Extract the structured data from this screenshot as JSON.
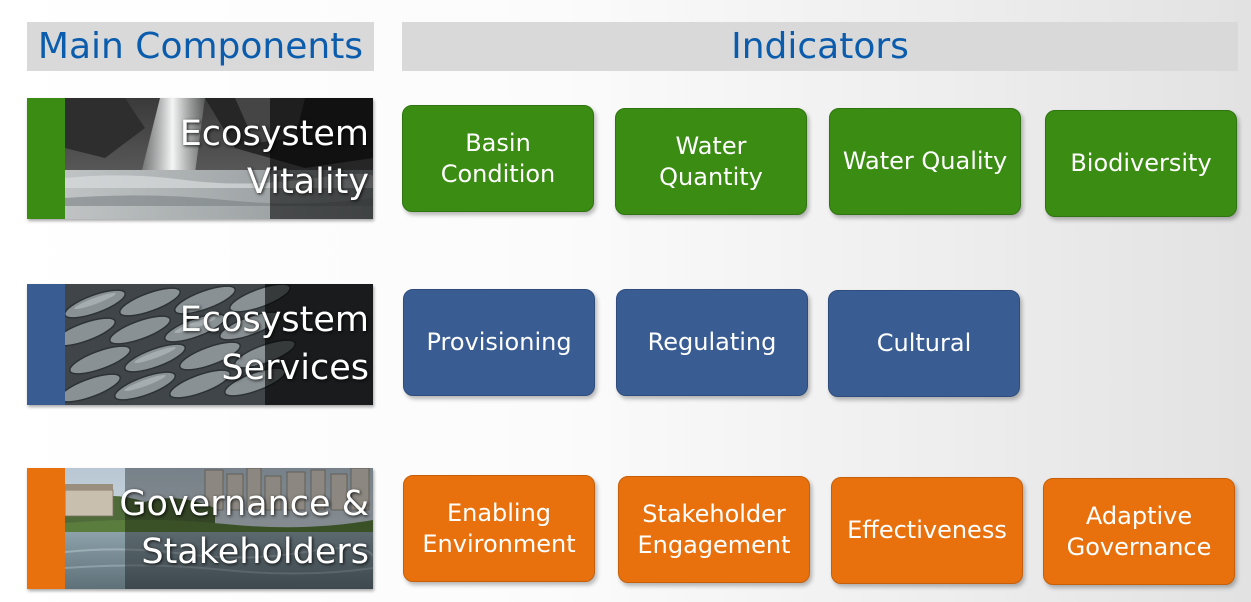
{
  "headers": {
    "main_components": "Main Components",
    "indicators": "Indicators"
  },
  "colors": {
    "header_text": "#0b5cad",
    "header_bg": "#d9d9d9",
    "ecosystem_vitality": "#3a8c12",
    "ecosystem_services": "#395d93",
    "governance": "#e8710d"
  },
  "components": [
    {
      "line1": "Ecosystem",
      "line2": "Vitality",
      "image": "waterfall-river-photo",
      "indicators": [
        "Basin Condition",
        "Water Quantity",
        "Water Quality",
        "Biodiversity"
      ]
    },
    {
      "line1": "Ecosystem",
      "line2": "Services",
      "image": "fish-catch-photo",
      "indicators": [
        "Provisioning",
        "Regulating",
        "Cultural"
      ]
    },
    {
      "line1": "Governance &",
      "line2": "Stakeholders",
      "image": "city-riverside-photo",
      "indicators": [
        "Enabling Environment",
        "Stakeholder Engagement",
        "Effectiveness",
        "Adaptive Governance"
      ]
    }
  ]
}
